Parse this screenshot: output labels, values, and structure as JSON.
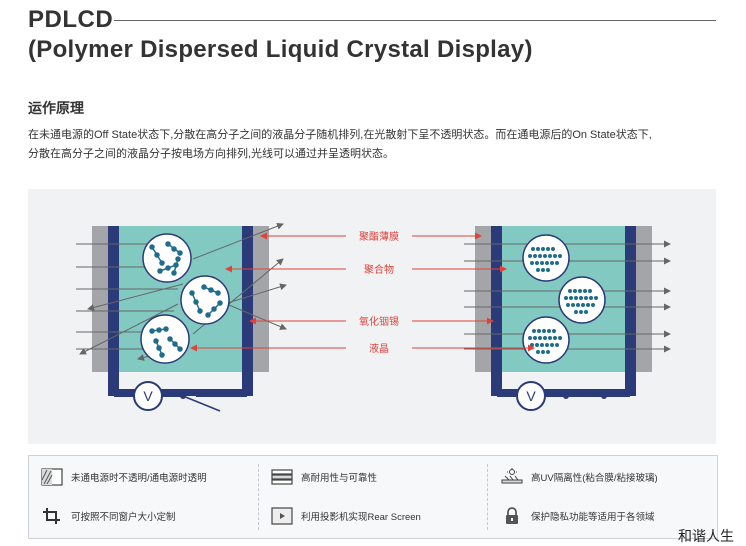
{
  "header": {
    "title_line1": "PDLCD",
    "title_line2": "(Polymer Dispersed Liquid Crystal Display)"
  },
  "principle": {
    "heading": "运作原理",
    "text_line1": "在未通电源的Off State状态下,分散在高分子之间的液晶分子随机排列,在光散射下呈不透明状态。而在通电源后的On State状态下,",
    "text_line2": "分散在高分子之间的液晶分子按电场方向排列,光线可以通过并呈透明状态。"
  },
  "diagram": {
    "labels": {
      "polymer_film": "聚酯薄膜",
      "polymer": "聚合物",
      "ito": "氧化铟锡",
      "liquid_crystal": "液晶"
    },
    "voltmeter_symbol": "V",
    "colors": {
      "label_red": "#e0433a",
      "cell_fill": "#82c9c2",
      "electrode": "#2b3a78",
      "film_gray": "#a3a5a8",
      "molecule": "#1f6d8a",
      "arrow": "#666666"
    }
  },
  "features": [
    {
      "icon": "half-transparent-icon",
      "label": "未通电源时不透明/通电源时透明"
    },
    {
      "icon": "layers-icon",
      "label": "高耐用性与可靠性"
    },
    {
      "icon": "uv-shield-icon",
      "label": "高UV隔离性(粘合膜/粘接玻璃)"
    },
    {
      "icon": "crop-icon",
      "label": "可按照不同窗户大小定制"
    },
    {
      "icon": "projector-screen-icon",
      "label": "利用投影机实现Rear Screen"
    },
    {
      "icon": "lock-icon",
      "label": "保护隐私功能等适用于各领域"
    }
  ],
  "watermark": "和谐人生"
}
